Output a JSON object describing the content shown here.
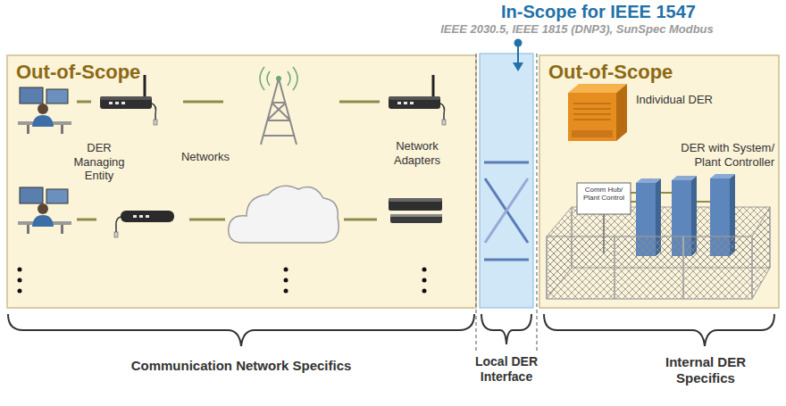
{
  "diagram": {
    "title": "In-Scope for IEEE 1547",
    "nodes": [
      {
        "text": [
          "Out-of-Scope"
        ]
      },
      {
        "text": [
          "Out-of-Scope"
        ]
      }
    ],
    "labels": [
      "IEEE 2030.5, IEEE 1815 (DNP3), SunSpec Modbus",
      "DER Managing Entity",
      "Networks",
      "Network Adapters",
      "Individual DER",
      "DER with System/ Plant Controller",
      "Comm Hub/ Plant Control",
      "Communication Network Specifics",
      "Local DER Interface",
      "Internal DER Specifics"
    ]
  }
}
